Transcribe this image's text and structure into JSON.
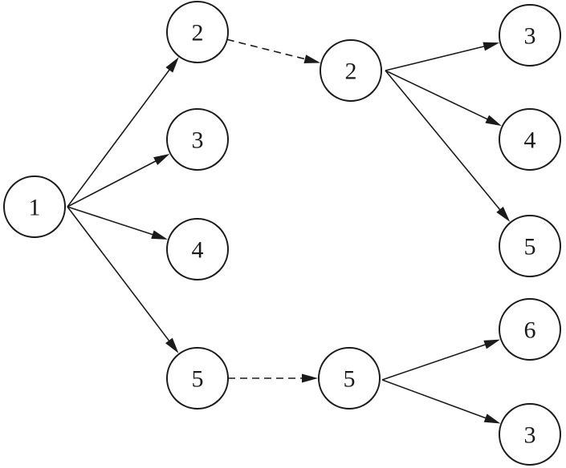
{
  "nodes": [
    {
      "id": "n-root-1",
      "label": "1"
    },
    {
      "id": "n-a-2",
      "label": "2"
    },
    {
      "id": "n-a-3",
      "label": "3"
    },
    {
      "id": "n-a-4",
      "label": "4"
    },
    {
      "id": "n-a-5",
      "label": "5"
    },
    {
      "id": "n-b-2",
      "label": "2"
    },
    {
      "id": "n-b-5",
      "label": "5"
    },
    {
      "id": "n-c-3",
      "label": "3"
    },
    {
      "id": "n-c-4",
      "label": "4"
    },
    {
      "id": "n-c-5",
      "label": "5"
    },
    {
      "id": "n-c-6",
      "label": "6"
    },
    {
      "id": "n-c-3b",
      "label": "3"
    }
  ],
  "edges": [
    {
      "from": "n-root-1",
      "to": "n-a-2",
      "style": "solid"
    },
    {
      "from": "n-root-1",
      "to": "n-a-3",
      "style": "solid"
    },
    {
      "from": "n-root-1",
      "to": "n-a-4",
      "style": "solid"
    },
    {
      "from": "n-root-1",
      "to": "n-a-5",
      "style": "solid"
    },
    {
      "from": "n-a-2",
      "to": "n-b-2",
      "style": "dashed"
    },
    {
      "from": "n-a-5",
      "to": "n-b-5",
      "style": "dashed"
    },
    {
      "from": "n-b-2",
      "to": "n-c-3",
      "style": "solid"
    },
    {
      "from": "n-b-2",
      "to": "n-c-4",
      "style": "solid"
    },
    {
      "from": "n-b-2",
      "to": "n-c-5",
      "style": "solid"
    },
    {
      "from": "n-b-5",
      "to": "n-c-6",
      "style": "solid"
    },
    {
      "from": "n-b-5",
      "to": "n-c-3b",
      "style": "solid"
    }
  ],
  "colors": {
    "stroke": "#1a1a1a",
    "fill": "#ffffff"
  }
}
